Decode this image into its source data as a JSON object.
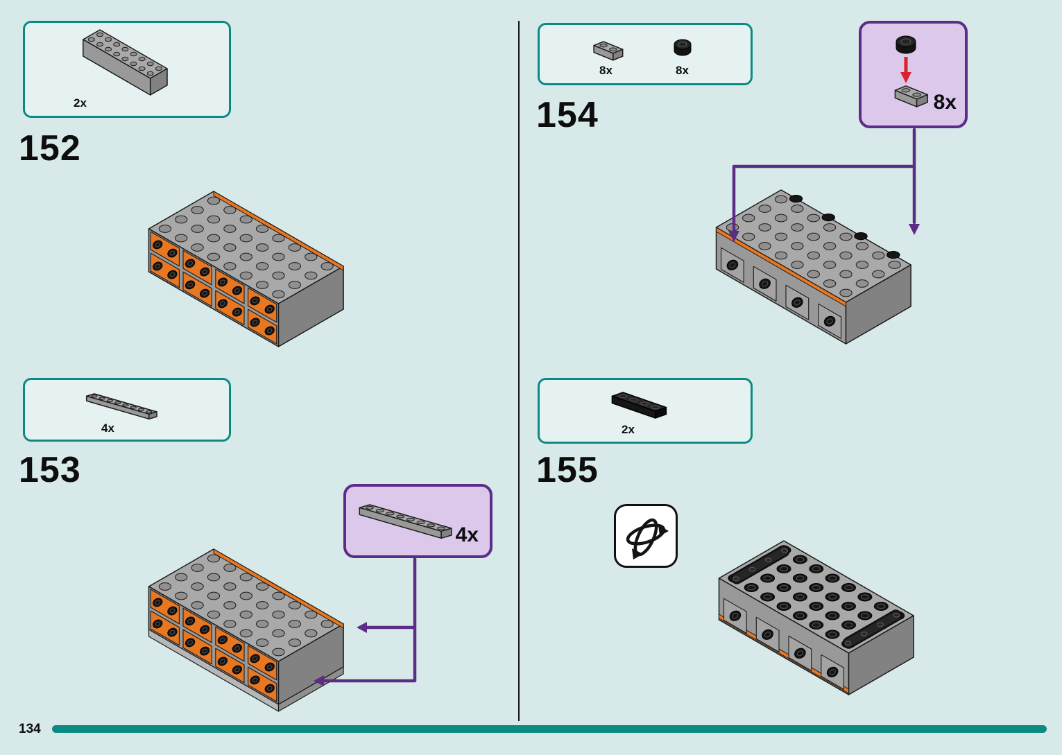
{
  "page": {
    "number": "134"
  },
  "colors": {
    "background": "#d7eae9",
    "box_border_teal": "#0b8a82",
    "footer_bar_teal": "#0b8a82",
    "callout_border_purple": "#5c2d87",
    "callout_fill_purple": "#dcc8ea",
    "arrow_purple": "#5c2d87",
    "arrow_red": "#d8232a",
    "brick_orange": "#e87722",
    "brick_gray": "#a9a9a9",
    "brick_black": "#1a1a1a"
  },
  "steps": {
    "s152": {
      "number": "152",
      "parts": [
        {
          "id": "brick-2x8-gray",
          "count": "2x"
        }
      ]
    },
    "s153": {
      "number": "153",
      "parts": [
        {
          "id": "plate-1x8-gray",
          "count": "4x"
        }
      ],
      "callout": {
        "part": "plate-1x8-gray",
        "count": "4x"
      }
    },
    "s154": {
      "number": "154",
      "parts": [
        {
          "id": "plate-1x2-gray",
          "count": "8x"
        },
        {
          "id": "tile-round-1x1-black",
          "count": "8x"
        }
      ],
      "callout": {
        "part": "tile-round-1x1-black-on-plate",
        "count": "8x"
      }
    },
    "s155": {
      "number": "155",
      "parts": [
        {
          "id": "plate-1x4-black",
          "count": "2x"
        }
      ],
      "icon": "rotate-model-icon"
    }
  }
}
